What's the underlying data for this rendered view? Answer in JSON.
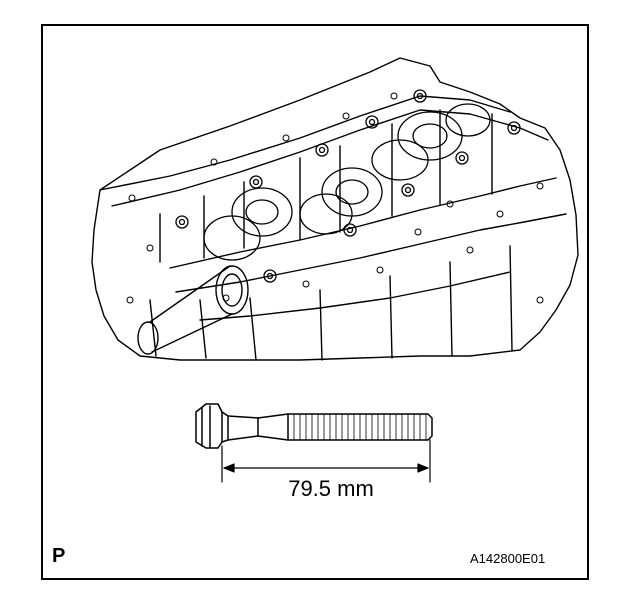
{
  "figure": {
    "dimension_label": "79.5 mm",
    "corner_mark": "P",
    "figure_code": "A142800E01"
  }
}
